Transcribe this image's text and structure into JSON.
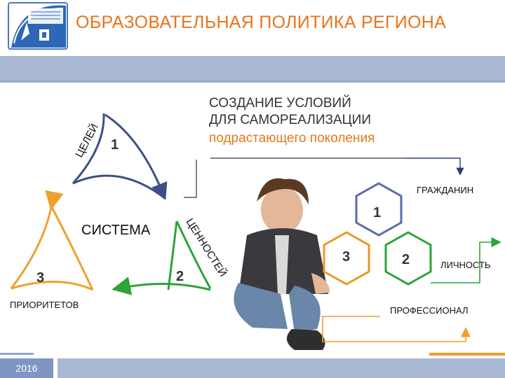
{
  "title": "ОБРАЗОВАТЕЛЬНАЯ ПОЛИТИКА РЕГИОНА",
  "condition": {
    "line1": "СОЗДАНИЕ УСЛОВИЙ",
    "line2": "ДЛЯ САМОРЕАЛИЗАЦИИ",
    "line3": "подрастающего поколения"
  },
  "triangles": {
    "goals": {
      "label": "ЦЕЛЕЙ",
      "number": "1"
    },
    "values": {
      "label": "ЦЕННОСТЕЙ",
      "number": "2"
    },
    "priorities": {
      "label": "ПРИОРИТЕТОВ",
      "number": "3"
    },
    "system_label": "СИСТЕМА"
  },
  "hexagons": {
    "top": {
      "number": "1",
      "label": "ГРАЖДАНИН"
    },
    "right": {
      "number": "2",
      "label": "ЛИЧНОСТЬ"
    },
    "left": {
      "number": "3",
      "label": "ПРОФЕССИОНАЛ"
    }
  },
  "footer": {
    "year": "2016"
  },
  "colors": {
    "title": "#e8731a",
    "accent_orange": "#f39c29",
    "band_blue": "#a9b9d4",
    "hex_purple": "#5b6aa8",
    "hex_green": "#2ea33a",
    "hex_orange": "#e79a22",
    "arrow_green": "#2ea33a",
    "arrow_orange": "#f0a030"
  },
  "icons": {
    "logo": "regional-emblem-logo",
    "photo": "young-man-crouching-photo"
  }
}
